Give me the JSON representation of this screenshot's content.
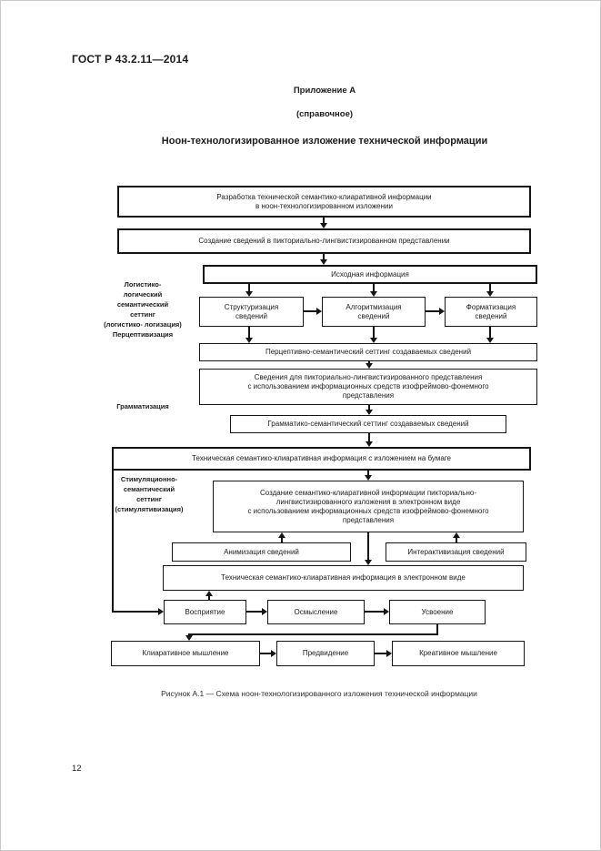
{
  "page": {
    "standard_ref": "ГОСТ Р 43.2.11—2014",
    "appendix_title": "Приложение А",
    "appendix_subtitle": "(справочное)",
    "section_title": "Ноон-технологизированное изложение технической информации",
    "figure_caption": "Рисунок А.1 — Схема ноон-технологизированного изложения технической информации",
    "page_number": "12"
  },
  "colors": {
    "ink": "#1c1c1c",
    "paper": "#ffffff"
  },
  "flowchart": {
    "nodes": {
      "development": "Разработка технической семантико-клиаративной информации\nв ноон-технологизированном изложении",
      "creation_pictorial": "Создание сведений в пикториально-лингвистизированном представлении",
      "source_info": "Исходная информация",
      "structuring": "Структуризация\nсведений",
      "algorithmization": "Алгоритмизация\nсведений",
      "formatting": "Форматизация\nсведений",
      "perceptual_setting": "Перцептивно-семантический сеттинг создаваемых сведений",
      "data_for_pictorial": "Сведения для пикториально-лингвистизированного представления\nс использованием информационных средств изофреймово-фонемного\nпредставления",
      "grammar_setting": "Грамматико-семантический сеттинг создаваемых сведений",
      "paper_info": "Техническая семантико-клиаративная информация с изложением на бумаге",
      "electronic_creation": "Создание семантико-клиаративной информации пикториально-\nлингвистизированного изложения в электронном виде\nс использованием информационных средств изофреймово-фонемного\nпредставления",
      "animation": "Анимизация сведений",
      "interactivization": "Интерактивизация сведений",
      "electronic_info": "Техническая семантико-клиаративная информация в электронном виде",
      "perception": "Восприятие",
      "comprehension": "Осмысление",
      "assimilation": "Усвоение",
      "kliarative_thinking": "Клиаративное мышление",
      "foresight": "Предвидение",
      "creative_thinking": "Креативное мышление"
    },
    "side_labels": {
      "logistic_setting": "Логистико-\nлогический\nсемантический\nсеттинг\n(логистико- логизация)\nПерцептивизация",
      "grammatization": "Грамматизация",
      "stimulation_setting": "Стимуляционно-\nсемантический\nсеттинг\n(стимулятивизация)"
    }
  }
}
